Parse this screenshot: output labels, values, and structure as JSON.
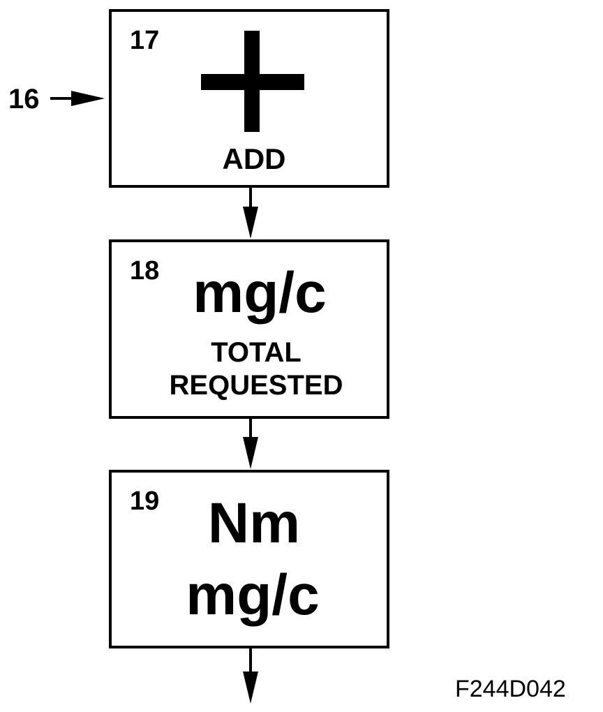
{
  "input_label": "16",
  "figure_id": "F244D042",
  "blocks": [
    {
      "number": "17",
      "symbol": "plus-icon",
      "label": "ADD"
    },
    {
      "number": "18",
      "unit": "mg/c",
      "label_line1": "TOTAL",
      "label_line2": "REQUESTED"
    },
    {
      "number": "19",
      "line1": "Nm",
      "line2": "mg/c"
    }
  ]
}
